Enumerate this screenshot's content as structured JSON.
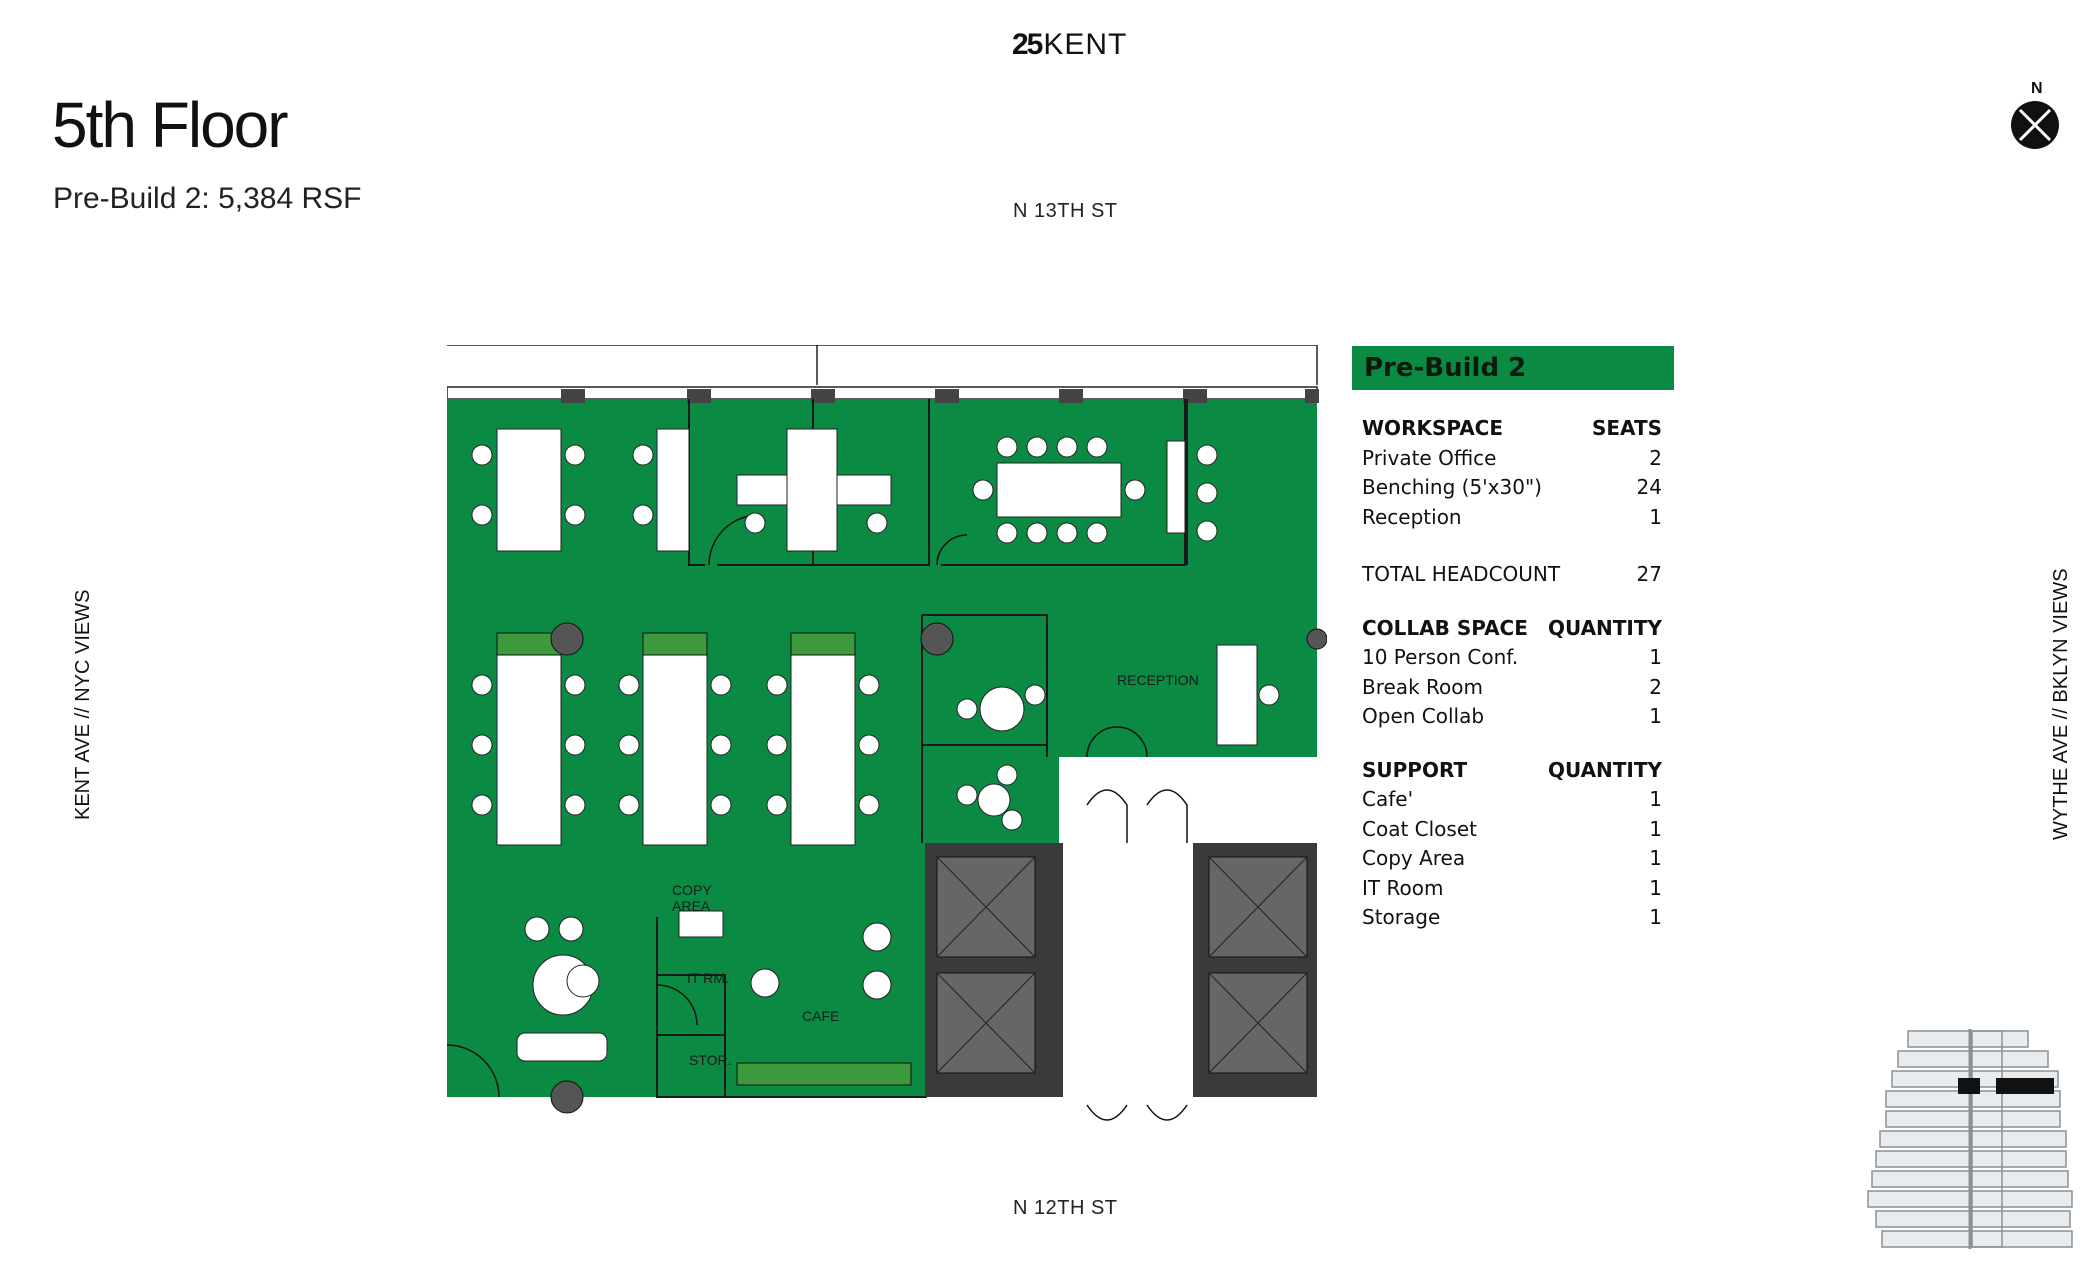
{
  "header": {
    "logo_mark": "25",
    "logo_word": "KENT",
    "title": "5th Floor",
    "subtitle": "Pre-Build 2: 5,384 RSF"
  },
  "streets": {
    "north": "N 13TH ST",
    "south": "N 12TH ST",
    "west": "KENT AVE // NYC VIEWS",
    "east": "WYTHE AVE // BKLYN VIEWS"
  },
  "compass": {
    "label": "N"
  },
  "plan": {
    "colors": {
      "floor": "#0a8a43",
      "core": "#555555",
      "wall": "#222222",
      "furniture": "#ffffff"
    },
    "rooms": {
      "reception": "RECEPTION",
      "copy_area_line1": "COPY",
      "copy_area_line2": "AREA",
      "it_room": "IT RM.",
      "cafe": "CAFE",
      "storage": "STOR."
    }
  },
  "summary": {
    "title": "Pre-Build 2",
    "accent": "#0a8a43",
    "workspace": {
      "heading": "WORKSPACE",
      "col": "SEATS",
      "rows": [
        {
          "label": "Private Office",
          "value": "2"
        },
        {
          "label": "Benching (5'x30\")",
          "value": "24"
        },
        {
          "label": "Reception",
          "value": "1"
        }
      ]
    },
    "total": {
      "label": "TOTAL HEADCOUNT",
      "value": "27"
    },
    "collab": {
      "heading": "COLLAB SPACE",
      "col": "QUANTITY",
      "rows": [
        {
          "label": "10 Person Conf.",
          "value": "1"
        },
        {
          "label": "Break Room",
          "value": "2"
        },
        {
          "label": "Open Collab",
          "value": "1"
        }
      ]
    },
    "support": {
      "heading": "SUPPORT",
      "col": "QUANTITY",
      "rows": [
        {
          "label": "Cafe'",
          "value": "1"
        },
        {
          "label": "Coat Closet",
          "value": "1"
        },
        {
          "label": "Copy Area",
          "value": "1"
        },
        {
          "label": "IT Room",
          "value": "1"
        },
        {
          "label": "Storage",
          "value": "1"
        }
      ]
    }
  }
}
